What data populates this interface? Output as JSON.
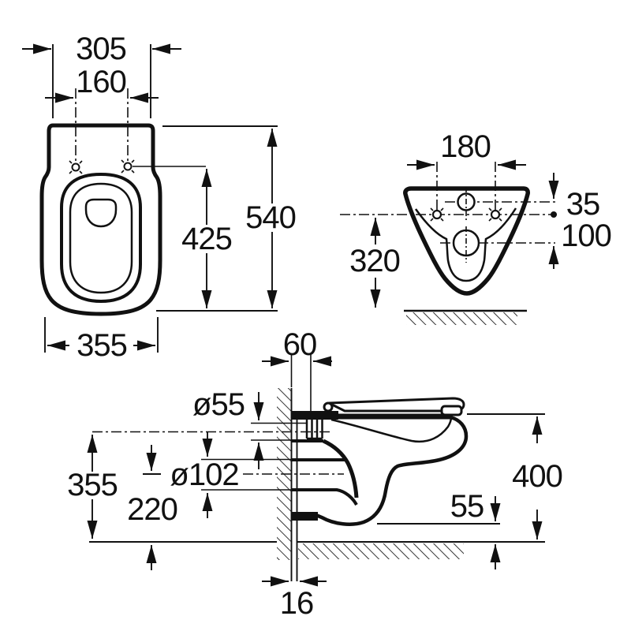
{
  "drawing": {
    "type": "technical-dimension-drawing",
    "subject": "wall-hung toilet, three orthographic views",
    "colors": {
      "ink": "#111111",
      "background": "#ffffff"
    },
    "views": {
      "top": {
        "labels": {
          "w305": "305",
          "w160": "160",
          "h540": "540",
          "h425": "425",
          "w355": "355"
        }
      },
      "rear": {
        "labels": {
          "w180": "180",
          "v35": "35",
          "v100": "100",
          "v320": "320"
        }
      },
      "side": {
        "labels": {
          "h60": "60",
          "d55": "ø55",
          "d102": "ø102",
          "v355": "355",
          "v220": "220",
          "v400": "400",
          "v55": "55",
          "w16": "16"
        }
      }
    }
  }
}
